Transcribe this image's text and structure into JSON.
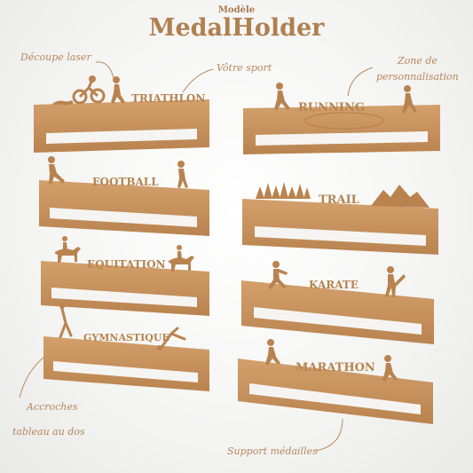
{
  "header": {
    "modele": "Modèle",
    "brand": "MedalHolder"
  },
  "annotations": {
    "decoupe": "Découpe laser",
    "sport": "Vôtre sport",
    "zone_line1": "Zone de",
    "zone_line2": "personnalisation",
    "accroches_line1": "Accroches",
    "accroches_line2": "tableau au dos",
    "support": "Support médailles"
  },
  "holders": [
    {
      "label": "TRIATHLON",
      "silhouettes": [
        "swimmer-icon",
        "cyclist-icon",
        "runner-icon"
      ]
    },
    {
      "label": "RUNNING",
      "silhouettes": [
        "runner-icon",
        "runner-icon"
      ]
    },
    {
      "label": "FOOTBALL",
      "silhouettes": [
        "footballer-icon",
        "footballer-icon"
      ]
    },
    {
      "label": "TRAIL",
      "silhouettes": [
        "forest-icon",
        "mountain-icon"
      ]
    },
    {
      "label": "EQUITATION",
      "silhouettes": [
        "horse-rider-icon",
        "horse-rider-icon"
      ]
    },
    {
      "label": "KARATE",
      "silhouettes": [
        "karateka-icon",
        "karateka-icon"
      ]
    },
    {
      "label": "GYMNASTIQUE",
      "silhouettes": [
        "gymnast-icon",
        "gymnast-icon"
      ]
    },
    {
      "label": "MARATHON",
      "silhouettes": [
        "runner-icon",
        "runner-icon"
      ]
    }
  ],
  "colors": {
    "wood": "#c99562",
    "wood_dark": "#a9784a",
    "accent_text": "#b0804f"
  }
}
